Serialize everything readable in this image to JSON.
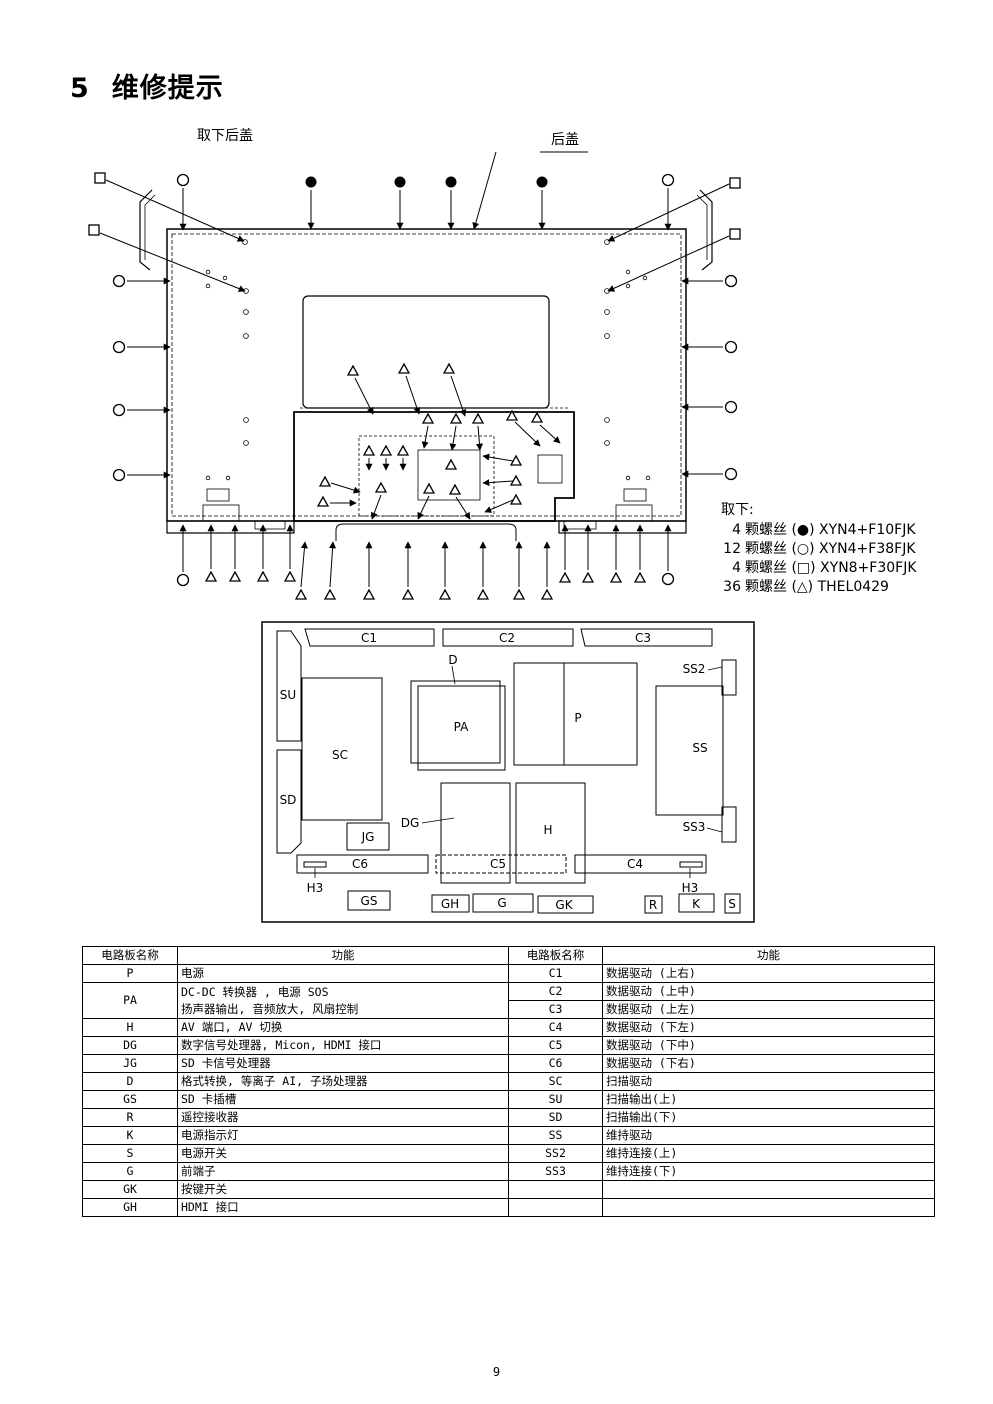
{
  "section": {
    "number": "5",
    "title": "维修提示"
  },
  "diagram1": {
    "label_remove": "取下后盖",
    "label_back": "后盖",
    "legend": {
      "title": "取下:",
      "items": [
        {
          "count": "4",
          "text": "颗螺丝 (●) XYN4+F10FJK"
        },
        {
          "count": "12",
          "text": "颗螺丝 (○) XYN4+F38FJK"
        },
        {
          "count": "4",
          "text": "颗螺丝 (□) XYN8+F30FJK"
        },
        {
          "count": "36",
          "text": "颗螺丝 (△) THEL0429"
        }
      ]
    }
  },
  "diagram2": {
    "labels": {
      "c1": "C1",
      "c2": "C2",
      "c3": "C3",
      "d": "D",
      "ss2": "SS2",
      "su": "SU",
      "pa": "PA",
      "p": "P",
      "sc": "SC",
      "ss": "SS",
      "sd": "SD",
      "dg": "DG",
      "h": "H",
      "ss3": "SS3",
      "jg": "JG",
      "c6": "C6",
      "c5": "C5",
      "c4": "C4",
      "h3_left": "H3",
      "h3_right": "H3",
      "gs": "GS",
      "gh": "GH",
      "g": "G",
      "gk": "GK",
      "r": "R",
      "k": "K",
      "s": "S"
    }
  },
  "table": {
    "headers": [
      "电路板名称",
      "功能",
      "电路板名称",
      "功能"
    ],
    "rows": [
      {
        "left_code": "P",
        "left_func": "电源",
        "right_code": "C1",
        "right_func": "数据驱动 (上右)"
      },
      {
        "left_code": "PA",
        "left_func_1": "DC-DC 转换器 , 电源 SOS",
        "left_func_2": "扬声器输出, 音频放大, 风扇控制",
        "right_code": "C2",
        "right_func": "数据驱动 (上中)",
        "right_code_2": "C3",
        "right_func_2": "数据驱动 (上左)"
      },
      {
        "left_code": "H",
        "left_func": "AV 端口, AV 切换",
        "right_code": "C4",
        "right_func": "数据驱动 (下左)"
      },
      {
        "left_code": "DG",
        "left_func": "数字信号处理器, Micon, HDMI 接口",
        "right_code": "C5",
        "right_func": "数据驱动 (下中)"
      },
      {
        "left_code": "JG",
        "left_func": "SD 卡信号处理器",
        "right_code": "C6",
        "right_func": "数据驱动 (下右)"
      },
      {
        "left_code": "D",
        "left_func": "格式转换, 等离子 AI, 子场处理器",
        "right_code": "SC",
        "right_func": "扫描驱动"
      },
      {
        "left_code": "GS",
        "left_func": "SD 卡插槽",
        "right_code": "SU",
        "right_func": "扫描输出(上)"
      },
      {
        "left_code": "R",
        "left_func": "遥控接收器",
        "right_code": "SD",
        "right_func": "扫描输出(下)"
      },
      {
        "left_code": "K",
        "left_func": "电源指示灯",
        "right_code": "SS",
        "right_func": "维持驱动"
      },
      {
        "left_code": "S",
        "left_func": "电源开关",
        "right_code": "SS2",
        "right_func": "维持连接(上)"
      },
      {
        "left_code": "G",
        "left_func": "前端子",
        "right_code": "SS3",
        "right_func": "维持连接(下)"
      },
      {
        "left_code": "GK",
        "left_func": "按键开关",
        "right_code": "",
        "right_func": ""
      },
      {
        "left_code": "GH",
        "left_func": "HDMI 接口",
        "right_code": "",
        "right_func": ""
      }
    ]
  },
  "page_number": "9"
}
